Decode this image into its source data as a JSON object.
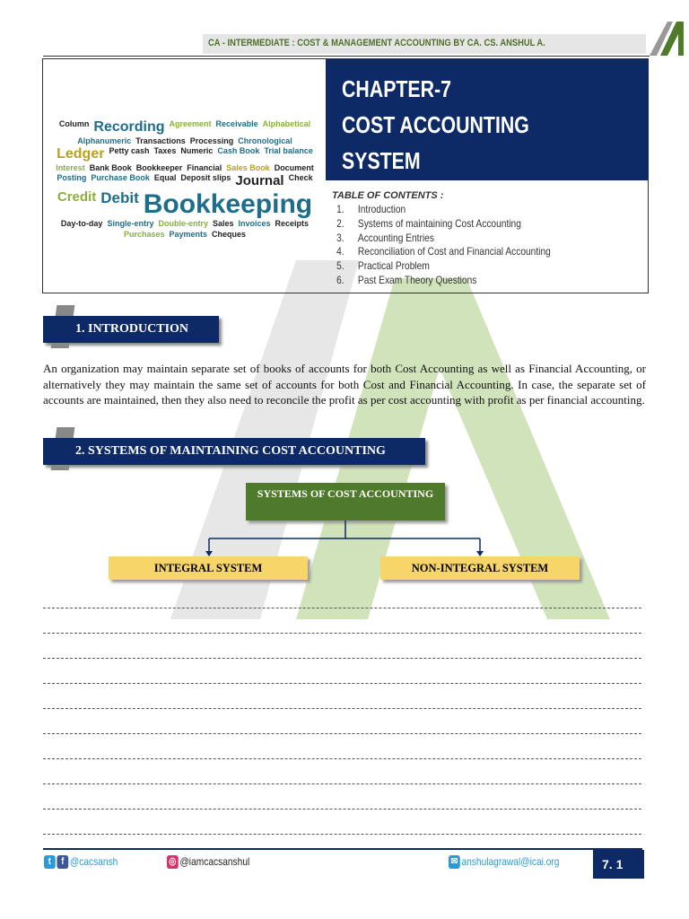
{
  "header": {
    "running_title": "CA - INTERMEDIATE : COST & MANAGEMENT ACCOUNTING BY CA. CS. ANSHUL A."
  },
  "chapter": {
    "line1": "CHAPTER-7",
    "line2": "COST ACCOUNTING",
    "line3": "SYSTEM"
  },
  "toc": {
    "title": "TABLE OF CONTENTS :",
    "items": [
      {
        "num": "1.",
        "label": "Introduction"
      },
      {
        "num": "2.",
        "label": "Systems of maintaining Cost Accounting"
      },
      {
        "num": "3.",
        "label": "Accounting Entries"
      },
      {
        "num": "4.",
        "label": "Reconciliation of Cost and Financial Accounting"
      },
      {
        "num": "5.",
        "label": "Practical Problem"
      },
      {
        "num": "6.",
        "label": "Past Exam Theory Questions"
      }
    ]
  },
  "word_cloud": [
    "Column",
    "Recording",
    "Agreement",
    "Receivable",
    "Alphabetical",
    "Alphanumeric",
    "Transactions",
    "Processing",
    "Chronological",
    "Ledger",
    "Petty cash",
    "Taxes",
    "Numeric",
    "Cash Book",
    "Trial balance",
    "Interest",
    "Bank Book",
    "Bookkeeper",
    "Financial",
    "Sales Book",
    "Document",
    "Posting",
    "Purchase Book",
    "Equal",
    "Deposit slips",
    "Journal",
    "Check",
    "Credit",
    "Debit",
    "Bookkeeping",
    "Day-to-day",
    "Single-entry",
    "Double-entry",
    "Sales",
    "Invoices",
    "Receipts",
    "Purchases",
    "Payments",
    "Cheques"
  ],
  "sections": [
    {
      "title": "1. INTRODUCTION"
    },
    {
      "title": "2. SYSTEMS OF MAINTAINING COST ACCOUNTING"
    }
  ],
  "intro_paragraph": "An organization may maintain separate set of books of accounts for both Cost Accounting as well as Financial Accounting, or alternatively they may maintain the same set of accounts for both Cost and Financial Accounting. In case, the separate set of accounts are maintained, then they also need to reconcile the profit as per cost accounting with profit as per financial accounting.",
  "org_chart": {
    "root": "SYSTEMS OF COST ACCOUNTING",
    "children": [
      "INTEGRAL SYSTEM",
      "NON-INTEGRAL SYSTEM"
    ]
  },
  "footer": {
    "twitter_facebook": "@cacsansh",
    "instagram": "@iamcacsanshul",
    "email": "anshulagrawal@icai.org",
    "page_number": "7. 1"
  },
  "colors": {
    "navy": "#0d2a66",
    "green": "#4f7a2c",
    "yellow": "#f7d568",
    "link": "#2a9bd8"
  }
}
